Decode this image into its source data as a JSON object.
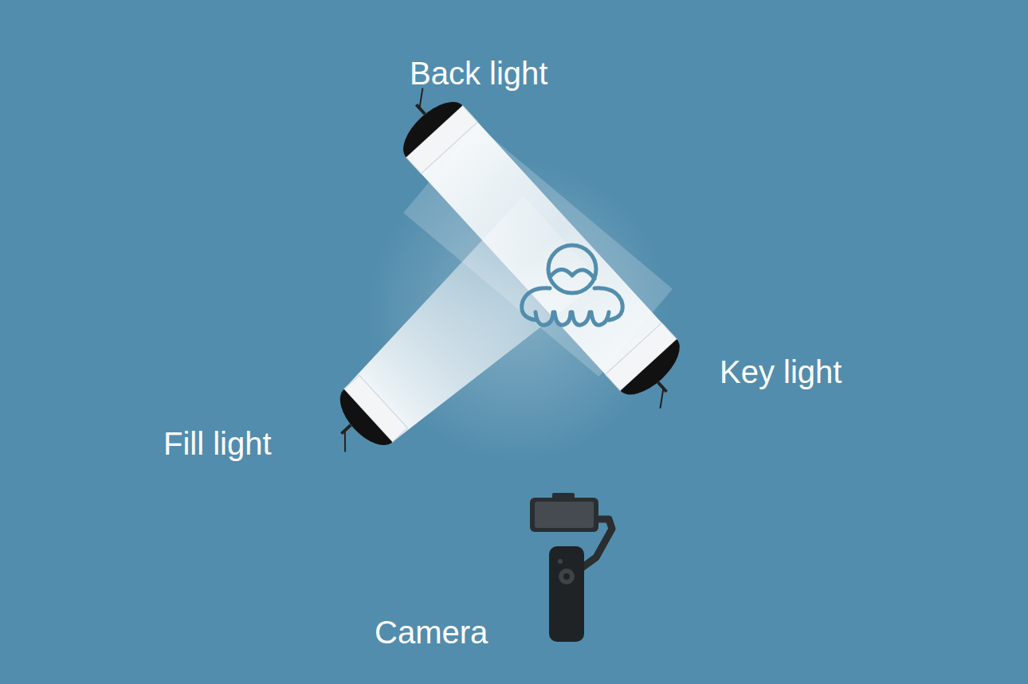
{
  "diagram": {
    "labels": [
      "Back light",
      "Key light",
      "Fill light",
      "Camera"
    ]
  }
}
